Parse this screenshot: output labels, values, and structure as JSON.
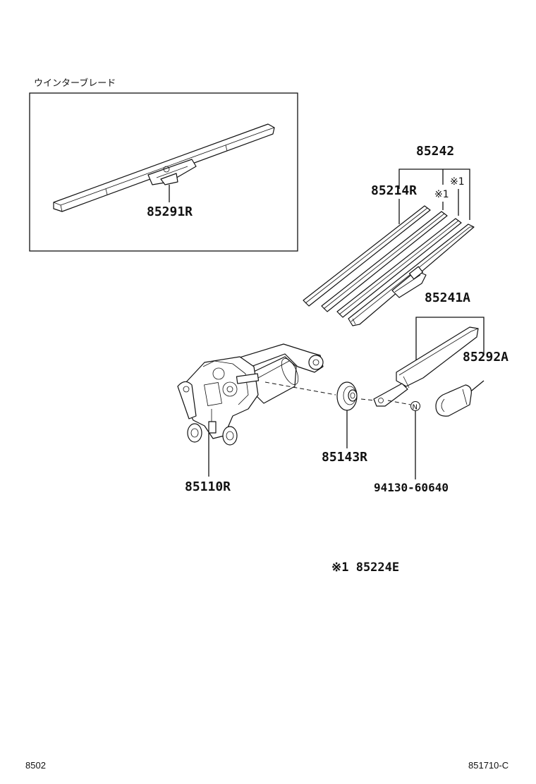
{
  "inset": {
    "title": "ウインターブレード"
  },
  "parts": {
    "p85291R": "85291R",
    "p85242": "85242",
    "p85214R": "85214R",
    "p85241A": "85241A",
    "p85292A": "85292A",
    "p85110R": "85110R",
    "p85143R": "85143R",
    "p94130": "94130-60640"
  },
  "notes": {
    "note1_mark_a": "※1",
    "note1_mark_b": "※1",
    "note1_footer": "※1 85224E",
    "nut_marker": "N"
  },
  "footer": {
    "left_code": "8502",
    "right_code": "851710-C"
  }
}
